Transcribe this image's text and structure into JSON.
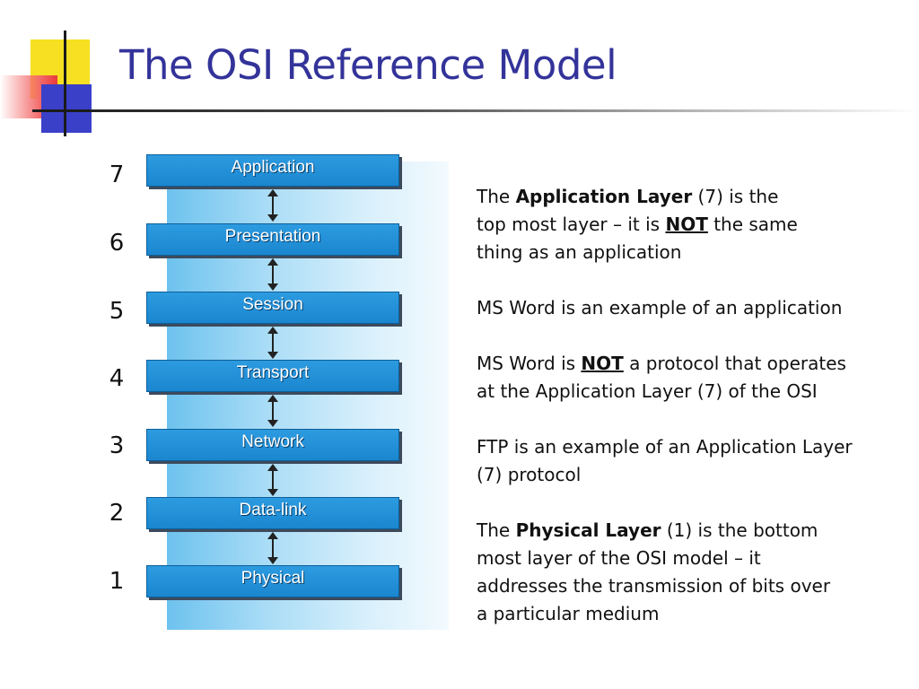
{
  "slide": {
    "title": "The OSI Reference Model"
  },
  "layers": [
    {
      "number": "7",
      "name": "Application"
    },
    {
      "number": "6",
      "name": "Presentation"
    },
    {
      "number": "5",
      "name": "Session"
    },
    {
      "number": "4",
      "name": "Transport"
    },
    {
      "number": "3",
      "name": "Network"
    },
    {
      "number": "2",
      "name": "Data-link"
    },
    {
      "number": "1",
      "name": "Physical"
    }
  ],
  "notes": {
    "p1": {
      "a": "The ",
      "b": "Application Layer",
      "c": " (7) is the",
      "d": "top most layer – it is ",
      "e": "NOT",
      "f": " the same",
      "g": "thing as an application"
    },
    "p2": {
      "a": "MS Word is an example of an application"
    },
    "p3": {
      "a": "MS Word is ",
      "b": "NOT",
      "c": " a protocol that operates",
      "d": "at the Application Layer (7) of the OSI"
    },
    "p4": {
      "a": "FTP is an example of an Application Layer",
      "b": "(7) protocol"
    },
    "p5": {
      "a": "The ",
      "b": "Physical Layer",
      "c": " (1) is the bottom",
      "d": "most layer of the OSI model – it",
      "e": "addresses the transmission of bits over",
      "f": "a particular medium"
    }
  },
  "colors": {
    "title": "#33339a",
    "layer_box": "#1a86cf",
    "backdrop": "#6dc2ee"
  }
}
